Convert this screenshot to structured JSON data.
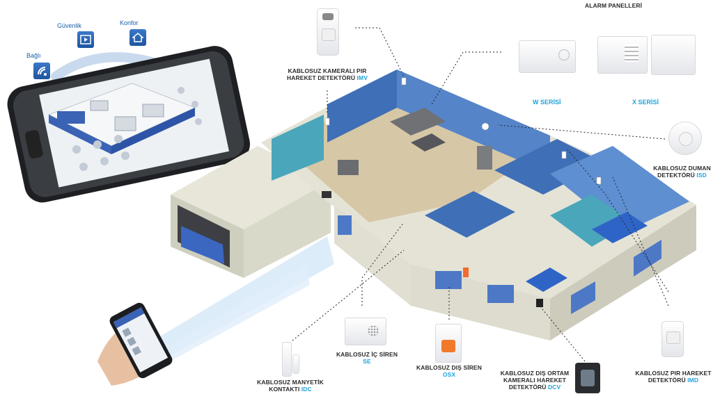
{
  "app": {
    "connected_label": "Bağlı",
    "security_label": "Güvenlik",
    "comfort_label": "Konfor"
  },
  "panels": {
    "title": "ALARM PANELLERİ",
    "w_series": "W SERİSİ",
    "x_series": "X SERİSİ"
  },
  "devices": {
    "imv": {
      "name_line1": "KABLOSUZ KAMERALI PIR",
      "name_line2": "HAREKET DETEKTÖRÜ",
      "code": "IMV"
    },
    "isd": {
      "name_line1": "KABLOSUZ DUMAN",
      "name_line2": "DETEKTÖRÜ",
      "code": "ISD"
    },
    "imd": {
      "name_line1": "KABLOSUZ PIR HAREKET",
      "name_line2": "DETEKTÖRÜ",
      "code": "IMD"
    },
    "dcv": {
      "name_line1": "KABLOSUZ DIŞ ORTAM",
      "name_line2": "KAMERALI HAREKET",
      "name_line3": "DETEKTÖRÜ",
      "code": "DCV"
    },
    "osx": {
      "name_line1": "KABLOSUZ DIŞ SİREN",
      "code": "OSX"
    },
    "se": {
      "name_line1": "KABLOSUZ İÇ SİREN",
      "code": "SE"
    },
    "idc": {
      "name_line1": "KABLOSUZ MANYETİK",
      "name_line2": "KONTAKTI",
      "code": "IDC"
    }
  },
  "colors": {
    "accent": "#1fa3d9",
    "wall_blue": "#3f6fb6",
    "wall_teal": "#4aa6bb",
    "floor": "#d6c7a6",
    "exterior": "#dcdccf"
  }
}
